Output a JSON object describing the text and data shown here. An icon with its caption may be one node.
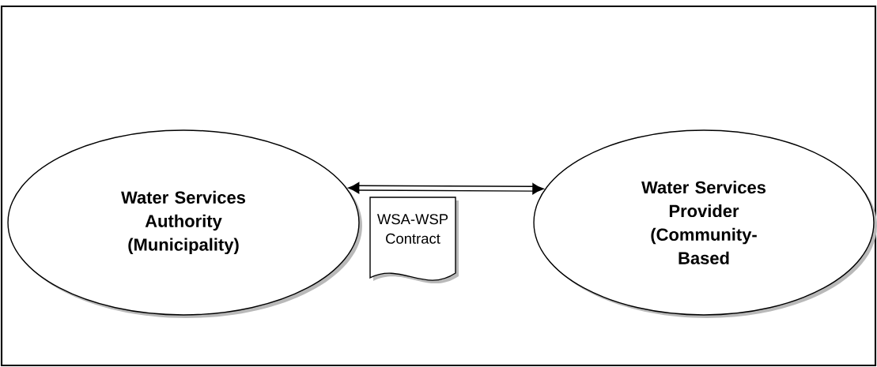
{
  "diagram": {
    "nodes": [
      {
        "text": [
          "Water Services Authority (Municipality)"
        ]
      },
      {
        "text": [
          "Water Services Provider (Community-Based"
        ]
      },
      {
        "text": [
          "WSA-WSP Contract"
        ]
      }
    ],
    "edges": [
      {
        "from": 0,
        "to": 1,
        "arrow": "both"
      }
    ]
  }
}
